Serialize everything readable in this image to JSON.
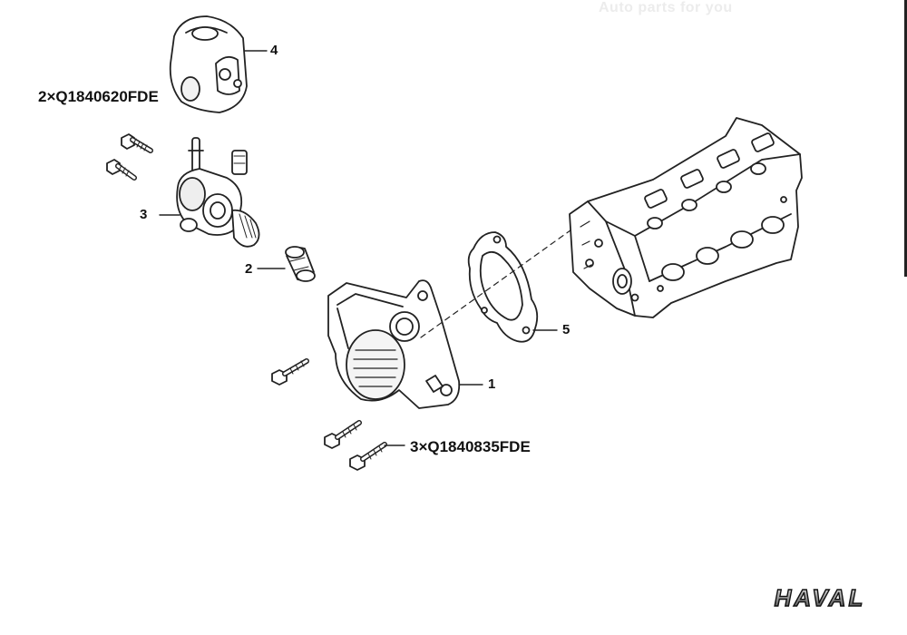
{
  "diagram": {
    "watermark_text": "Auto parts for you",
    "logo_text": "HAVAL",
    "callouts": {
      "part_1": "1",
      "part_2": "2",
      "part_3": "3",
      "part_4": "4",
      "part_5": "5",
      "bolts_upper": "2×Q1840620FDE",
      "bolts_lower": "3×Q1840835FDE"
    },
    "colors": {
      "line": "#222222",
      "fill": "#ffffff",
      "shade": "#dcdcdc"
    }
  }
}
